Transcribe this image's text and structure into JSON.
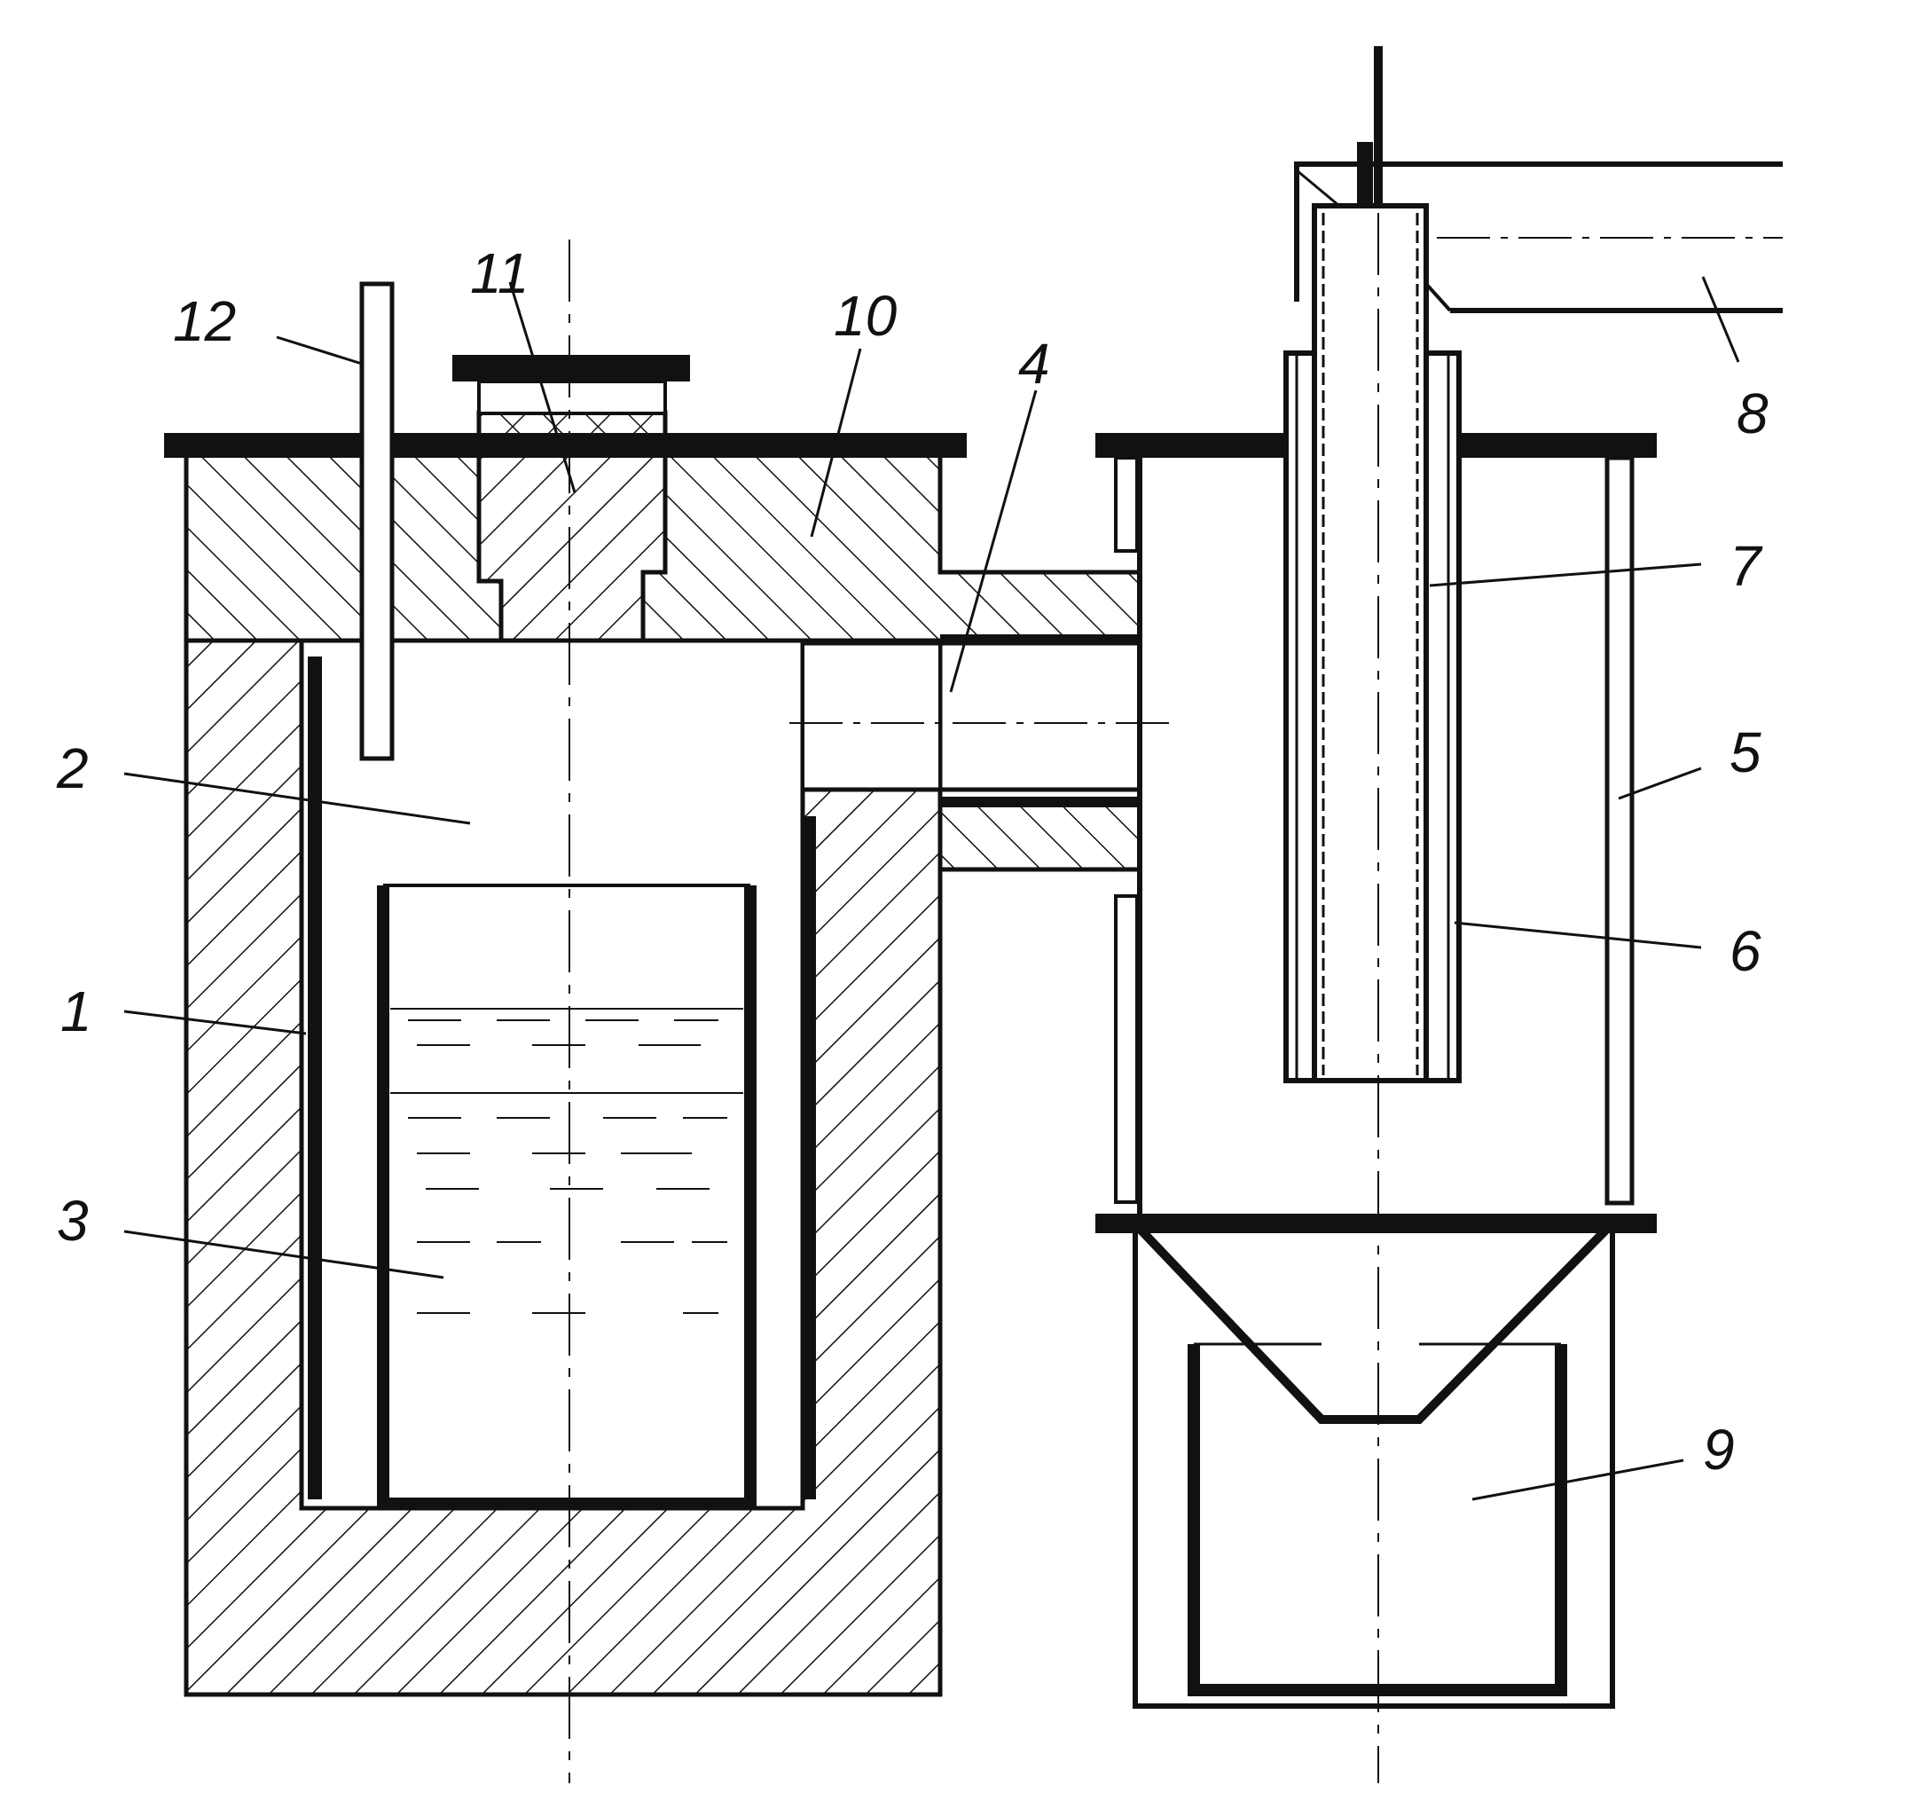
{
  "diagram": {
    "labels": [
      {
        "id": "1",
        "text": "1"
      },
      {
        "id": "2",
        "text": "2"
      },
      {
        "id": "3",
        "text": "3"
      },
      {
        "id": "4",
        "text": "4"
      },
      {
        "id": "5",
        "text": "5"
      },
      {
        "id": "6",
        "text": "6"
      },
      {
        "id": "7",
        "text": "7"
      },
      {
        "id": "8",
        "text": "8"
      },
      {
        "id": "9",
        "text": "9"
      },
      {
        "id": "10",
        "text": "10"
      },
      {
        "id": "11",
        "text": "11"
      },
      {
        "id": "12",
        "text": "12"
      }
    ],
    "colors": {
      "line": "#111111",
      "background": "#ffffff"
    }
  }
}
